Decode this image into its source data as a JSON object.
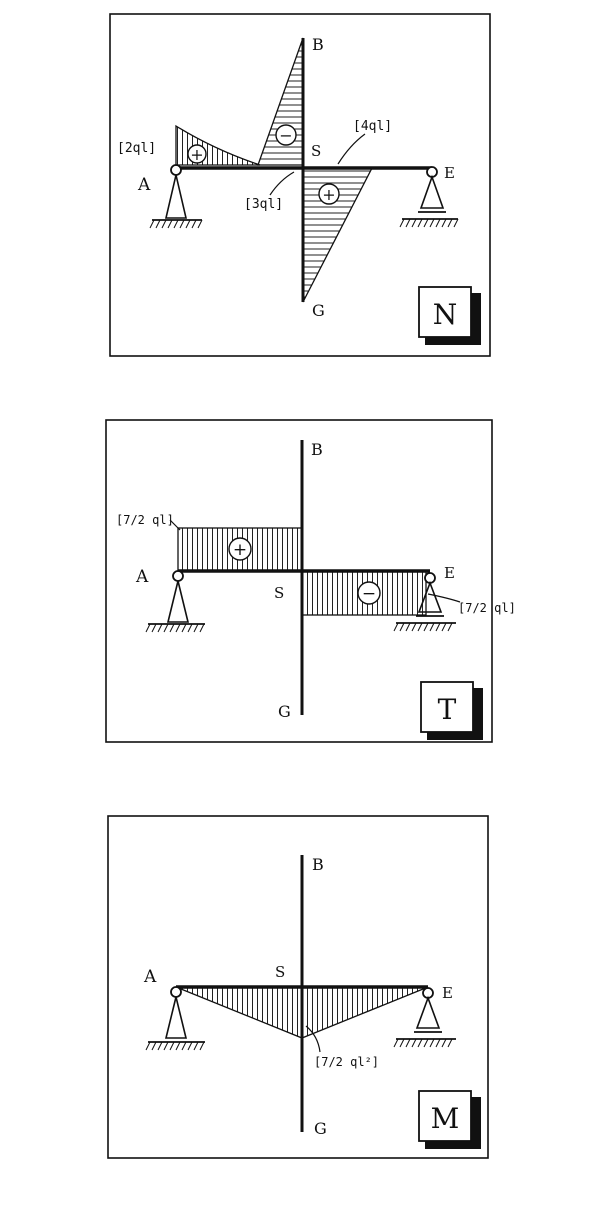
{
  "colors": {
    "ink": "#111111",
    "paper": "#ffffff",
    "hatch": "#222222"
  },
  "panels": [
    {
      "id": "N",
      "tag": "N",
      "points": {
        "a": "A",
        "b": "B",
        "e": "E",
        "s": "S",
        "g": "G"
      },
      "values": [
        "[2ql]",
        "[4ql]",
        "[3ql]"
      ],
      "signs": [
        "+",
        "−",
        "+"
      ]
    },
    {
      "id": "T",
      "tag": "T",
      "points": {
        "a": "A",
        "b": "B",
        "e": "E",
        "s": "S",
        "g": "G"
      },
      "values": [
        "[7/2 ql]",
        "[7/2 ql]"
      ],
      "signs": [
        "+",
        "−"
      ]
    },
    {
      "id": "M",
      "tag": "M",
      "points": {
        "a": "A",
        "b": "B",
        "e": "E",
        "s": "S",
        "g": "G"
      },
      "values": [
        "[7/2 ql²]"
      ],
      "signs": []
    }
  ]
}
